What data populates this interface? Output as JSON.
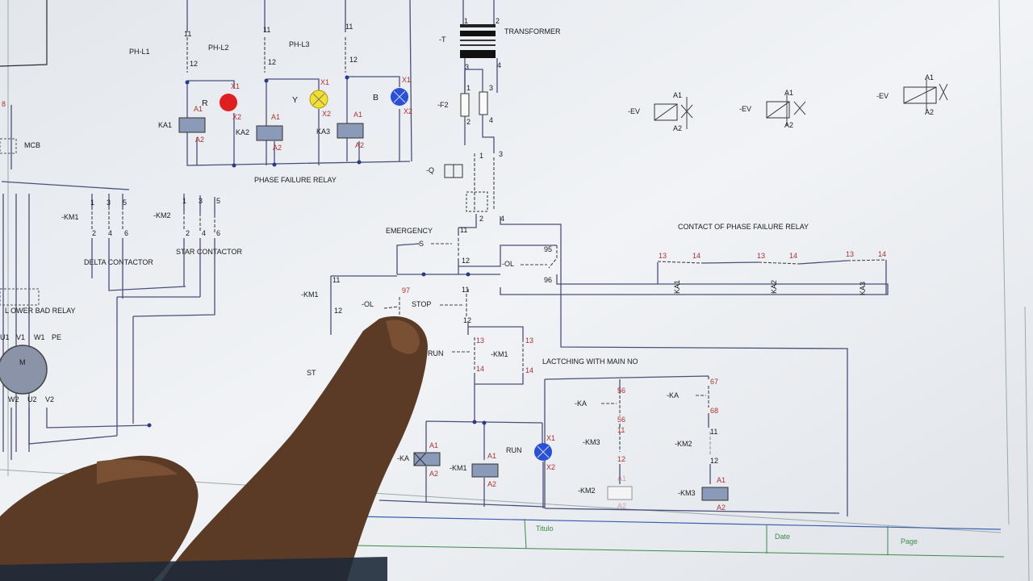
{
  "labels": {
    "transformer": "TRANSFORMER",
    "t_ref": "-T",
    "f2_ref": "-F2",
    "q_ref": "-Q",
    "phase_failure_relay": "PHASE FAILURE RELAY",
    "contact_phase_failure_relay": "CONTACT OF PHASE FAILURE RELAY",
    "emergency": "EMERGENCY",
    "s_ref": "-S",
    "ol_ref": "-OL",
    "ol_ref2": "-OL",
    "stop": "STOP",
    "run": "RUN",
    "run_lamp": "RUN",
    "km1_ref_left": "-KM1",
    "km1_ref_mid": "-KM1",
    "km1_coil": "-KM1",
    "ka_coil": "-KA",
    "latching": "LACTCHING WITH MAIN NO",
    "delta_contactor": "DELTA CONTACTOR",
    "star_contactor": "STAR CONTACTOR",
    "mcb": "MCB",
    "km_left": "-KM1",
    "km2_left": "-KM2",
    "overload_relay": "L OWER BAD RELAY",
    "motor_terminals": [
      "U1",
      "V1",
      "W1",
      "PE"
    ],
    "motor_bottom": [
      "W2",
      "U2",
      "V2"
    ],
    "ev": [
      "-EV",
      "-EV",
      "-EV"
    ],
    "ph": [
      "PH-L1",
      "PH-L2",
      "PH-L3"
    ],
    "lamp_letters": [
      "R",
      "Y",
      "B"
    ],
    "ka_relays": [
      "KA1",
      "KA2",
      "KA3"
    ],
    "ka_contact_refs": [
      "-KA",
      "-KA"
    ],
    "km3_ref": "-KM3",
    "km2_ref": "-KM2",
    "km2_coil": "-KM2",
    "km3_coil": "-KM3",
    "st_partial": "ST",
    "title_block": [
      "Titulo",
      "Date",
      "Page"
    ]
  },
  "colors": {
    "wire": "#4a4f7a",
    "lamp_red": "#e02020",
    "lamp_yellow": "#f2e030",
    "lamp_blue": "#2a4fd8",
    "terminal_red": "#b03030",
    "frame_blue": "#3a5fb0"
  }
}
